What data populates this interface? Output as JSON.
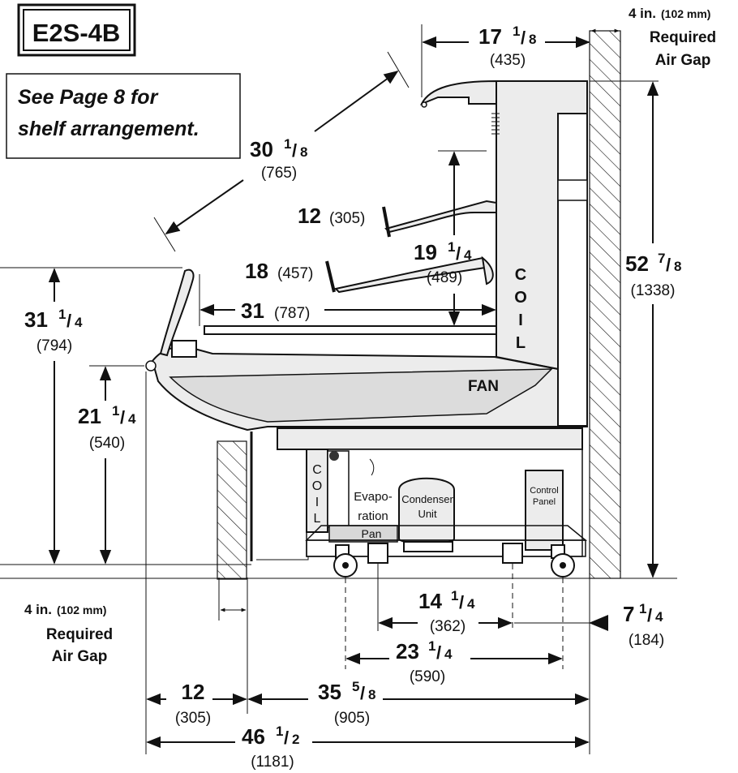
{
  "model_label": "E2S-4B",
  "note_line1": "See Page 8 for",
  "note_line2": "shelf arrangement.",
  "air_gap_top": {
    "value": "4 in.",
    "metric": "(102 mm)",
    "line2": "Required",
    "line3": "Air Gap"
  },
  "air_gap_bottom": {
    "value": "4 in.",
    "metric": "(102 mm)",
    "line2": "Required",
    "line3": "Air Gap"
  },
  "labels": {
    "coil_upper": [
      "C",
      "O",
      "I",
      "L"
    ],
    "coil_lower": [
      "C",
      "O",
      "I",
      "L"
    ],
    "fan": "FAN",
    "evaporation": [
      "Evapo-",
      "ration"
    ],
    "pan": "Pan",
    "condenser": [
      "Condenser",
      "Unit"
    ],
    "control_panel": [
      "Control",
      "Panel"
    ]
  },
  "dimensions": {
    "d17": {
      "whole": "17",
      "frac_num": "1",
      "frac_den": "8",
      "metric": "(435)"
    },
    "d30": {
      "whole": "30",
      "frac_num": "1",
      "frac_den": "8",
      "metric": "(765)"
    },
    "d12_shelf": {
      "whole": "12",
      "metric": "(305)"
    },
    "d18_shelf": {
      "whole": "18",
      "metric": "(457)"
    },
    "d19": {
      "whole": "19",
      "frac_num": "1",
      "frac_den": "4",
      "metric": "(489)"
    },
    "d31_width": {
      "whole": "31",
      "metric": "(787)"
    },
    "d31_height": {
      "whole": "31",
      "frac_num": "1",
      "frac_den": "4",
      "metric": "(794)"
    },
    "d21": {
      "whole": "21",
      "frac_num": "1",
      "frac_den": "4",
      "metric": "(540)"
    },
    "d52": {
      "whole": "52",
      "frac_num": "7",
      "frac_den": "8",
      "metric": "(1338)"
    },
    "d14": {
      "whole": "14",
      "frac_num": "1",
      "frac_den": "4",
      "metric": "(362)"
    },
    "d7": {
      "whole": "7",
      "frac_num": "1",
      "frac_den": "4",
      "metric": "(184)"
    },
    "d23": {
      "whole": "23",
      "frac_num": "1",
      "frac_den": "4",
      "metric": "(590)"
    },
    "d12_bottom": {
      "whole": "12",
      "metric": "(305)"
    },
    "d35": {
      "whole": "35",
      "frac_num": "5",
      "frac_den": "8",
      "metric": "(905)"
    },
    "d46": {
      "whole": "46",
      "frac_num": "1",
      "frac_den": "2",
      "metric": "(1181)"
    }
  }
}
